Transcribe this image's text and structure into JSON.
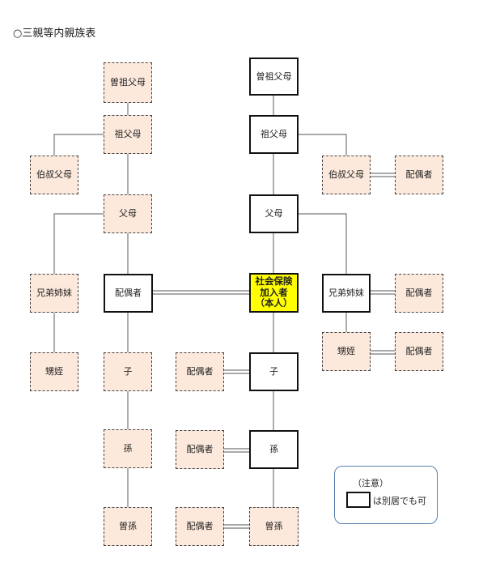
{
  "title": "○三親等内親族表",
  "nodes": {
    "l_great_grandparents": "曽祖父母",
    "l_grandparents": "祖父母",
    "l_uncles_aunts": "伯叔父母",
    "l_parents": "父母",
    "l_siblings": "兄弟姉妹",
    "l_spouse": "配偶者",
    "l_nephews_nieces": "甥姪",
    "l_child": "子",
    "l_grandchild": "孫",
    "l_great_grandchild": "曽孫",
    "r_great_grandparents": "曽祖父母",
    "r_grandparents": "祖父母",
    "r_uncles_aunts": "伯叔父母",
    "r_uncles_aunts_spouse": "配偶者",
    "r_parents": "父母",
    "self": "社会保険\n加入者\n（本人）",
    "r_siblings": "兄弟姉妹",
    "r_siblings_spouse": "配偶者",
    "r_nephews_nieces": "甥姪",
    "r_nephews_nieces_spouse": "配偶者",
    "r_child": "子",
    "r_child_spouse": "配偶者",
    "r_grandchild": "孫",
    "r_grandchild_spouse": "配偶者",
    "r_great_grandchild": "曽孫",
    "r_great_grandchild_spouse": "配偶者"
  },
  "note": {
    "title": "（注意）",
    "text": "は別居でも可"
  },
  "colors": {
    "relative_fill": "#fce9dc",
    "self_fill": "#ffff00",
    "note_border": "#5a7fb0",
    "line": "#777777"
  }
}
